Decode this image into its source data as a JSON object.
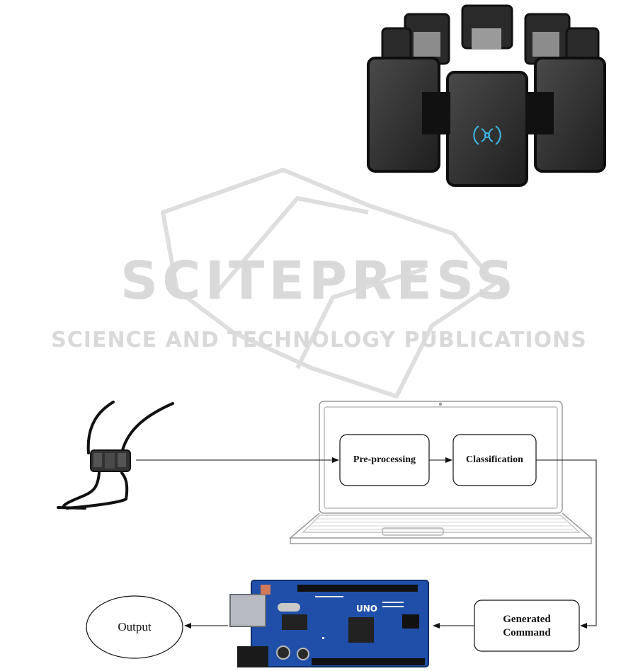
{
  "watermark": {
    "brand": "SCITEPRESS",
    "tagline": "SCIENCE AND TECHNOLOGY PUBLICATIONS"
  },
  "blocks": {
    "preprocessing": "Pre-processing",
    "classification": "Classification",
    "generated_command_line1": "Generated",
    "generated_command_line2": "Command",
    "output": "Output"
  },
  "board": {
    "label": "UNO"
  },
  "colors": {
    "board_blue": "#1f4fa8",
    "armband_dark": "#222222",
    "armband_logo": "#3fb8e6",
    "watermark": "#d9d9d9"
  }
}
